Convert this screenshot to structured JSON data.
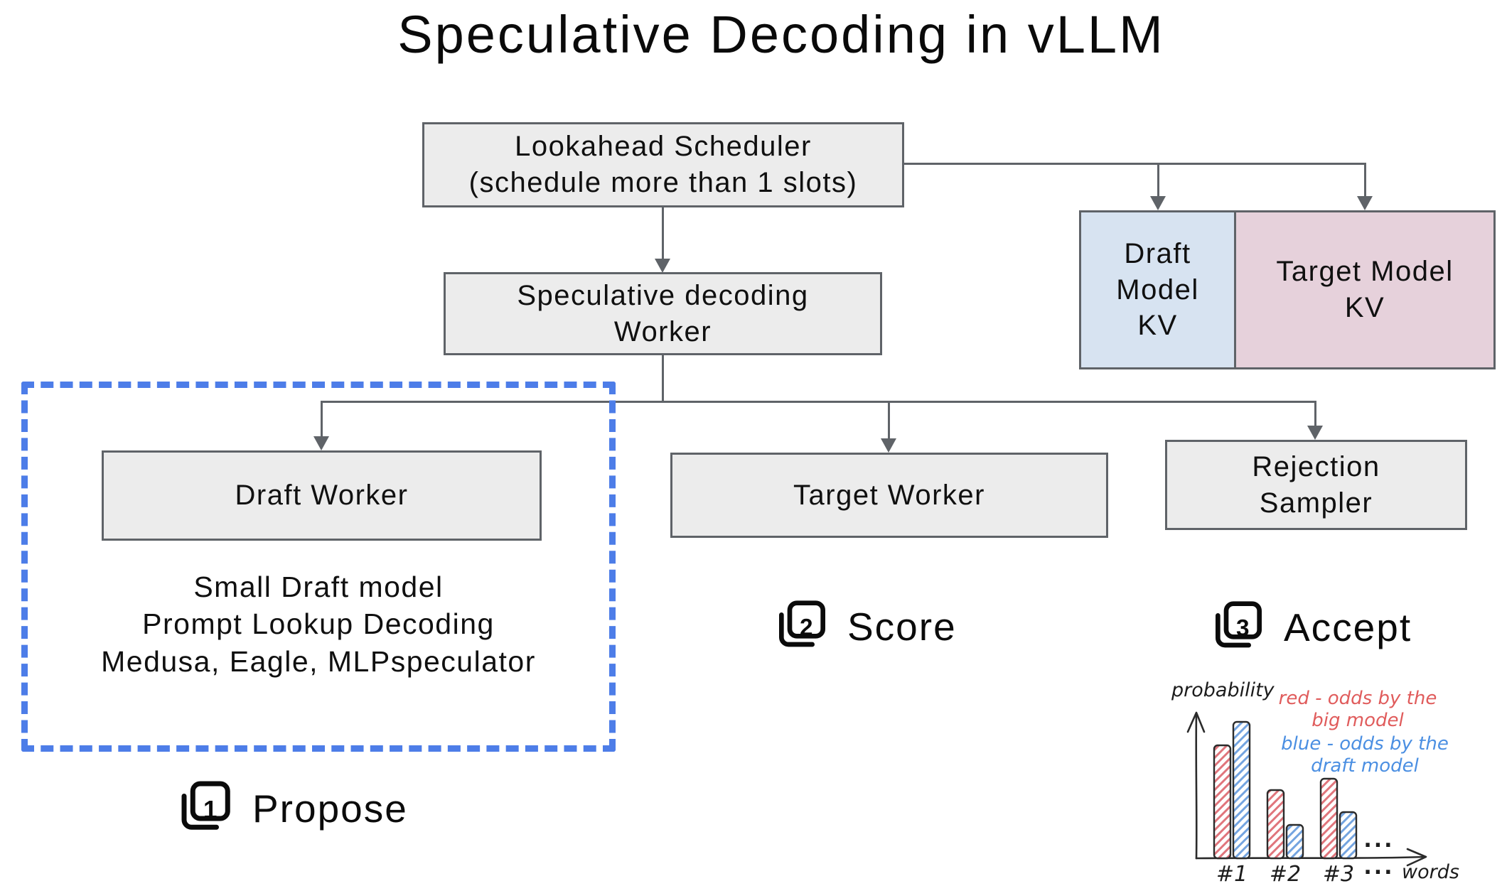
{
  "title": "Speculative Decoding in vLLM",
  "nodes": {
    "lookahead_scheduler": {
      "label": "Lookahead Scheduler\n(schedule more than 1 slots)"
    },
    "spec_worker": {
      "label": "Speculative decoding\nWorker"
    },
    "draft_worker": {
      "label": "Draft Worker"
    },
    "target_worker": {
      "label": "Target Worker"
    },
    "rejection_sampler": {
      "label": "Rejection\nSampler"
    },
    "draft_model_kv": {
      "label": "Draft\nModel\nKV"
    },
    "target_model_kv": {
      "label": "Target Model\nKV"
    }
  },
  "draft_methods": {
    "text": "Small Draft model\nPrompt Lookup Decoding\nMedusa, Eagle, MLPspeculator"
  },
  "steps": [
    {
      "num": "1",
      "label": "Propose"
    },
    {
      "num": "2",
      "label": "Score"
    },
    {
      "num": "3",
      "label": "Accept"
    }
  ],
  "colors": {
    "box_fill": "#ececec",
    "box_border": "#5f6368",
    "draft_kv_fill": "#d7e3f1",
    "target_kv_fill": "#e6d1db",
    "dashed_border": "#4d7de8",
    "bar_red": "#e05c5c",
    "bar_blue": "#4b8fe2"
  },
  "chart_data": {
    "type": "bar",
    "categories": [
      "#1",
      "#2",
      "#3"
    ],
    "series": [
      {
        "name": "red - odds by the big model",
        "color": "#e05c5c",
        "values": [
          0.78,
          0.47,
          0.55
        ]
      },
      {
        "name": "blue - odds by the draft model",
        "color": "#4b8fe2",
        "values": [
          0.94,
          0.23,
          0.32
        ]
      }
    ],
    "ylabel": "probability",
    "xlabel": "words",
    "ylim": [
      0,
      1
    ],
    "grid": false,
    "legend_position": "top-right",
    "style": "hand-drawn hatched bars",
    "annotations": {
      "red_legend": "red - odds by the\nbig model",
      "blue_legend": "blue - odds by the\ndraft model",
      "ellipsis": "..."
    }
  }
}
